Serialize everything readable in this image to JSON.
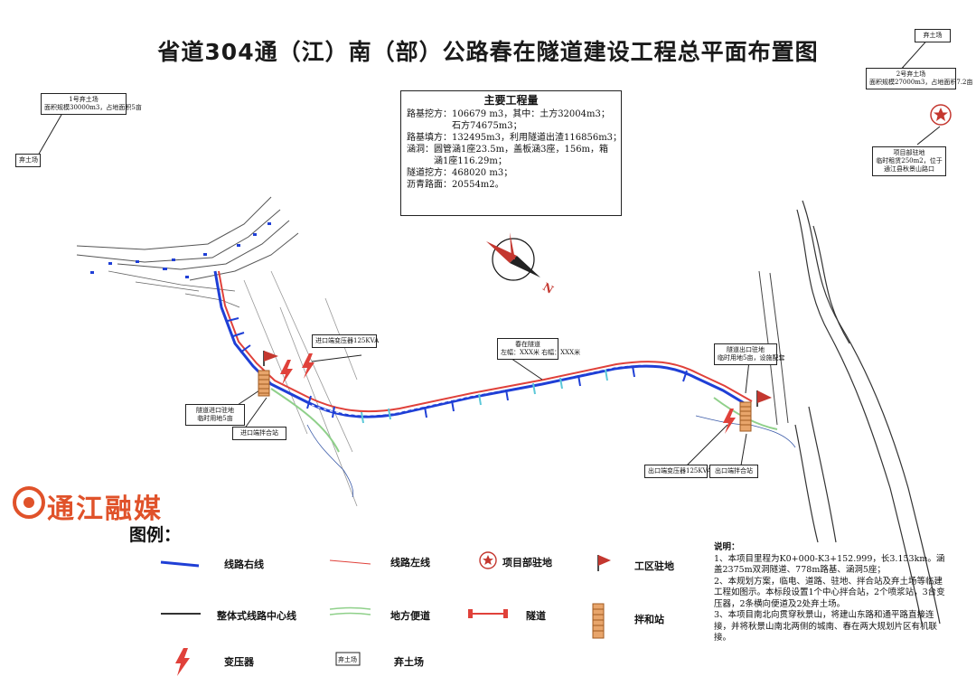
{
  "title": "省道304通（江）南（部）公路春在隧道建设工程总平面布置图",
  "quantities": {
    "heading": "主要工程量",
    "lines": [
      "路基挖方：106679 m3，其中：土方32004m3；",
      "　　　　　石方74675m3；",
      "路基填方：132495m3，利用隧道出渣116856m3；",
      "涵洞：圆管涵1座23.5m，盖板涵3座，156m，箱",
      "　　　涵1座116.29m；",
      "隧道挖方：468020 m3；",
      "沥青路面：20554m2。"
    ]
  },
  "compass_label": "N",
  "callouts": {
    "spoil1": "1号弃土场",
    "spoil1_detail": "面积规模30000m3，占地面积5亩",
    "spoil1_tag": "弃土场",
    "spoil2_tag": "弃土场",
    "spoil2": "2号弃土场",
    "spoil2_detail": "面积规模27000m3，占地面积7.2亩",
    "project_hq": "项目部驻地",
    "project_hq_detail": "临时租赁250m2，位于通江县秋景山路口",
    "entrance_transformer": "进口端变压器125KVA",
    "tunnel_name": "春在隧道",
    "tunnel_detail": "左幅：XXX米   右幅：XXX米",
    "exit_camp": "隧道出口驻地",
    "exit_camp_detail": "临时用地5亩，设施配套",
    "entrance_camp": "隧道进口驻地",
    "entrance_camp_detail": "临时用地5亩",
    "entrance_mixing": "进口端拌合站",
    "exit_transformer": "出口端变压器125KVA",
    "exit_mixing": "出口端拌合站"
  },
  "logo": {
    "text": "通江融媒"
  },
  "legend": {
    "title": "图例：",
    "items": {
      "right_line": "线路右线",
      "left_line": "线路左线",
      "hq": "项目部驻地",
      "camp": "工区驻地",
      "center_line": "整体式线路中心线",
      "access_road": "地方便道",
      "tunnel": "隧道",
      "mixing": "拌和站",
      "transformer": "变压器",
      "spoil": "弃土场",
      "spoil_tag": "弃土场"
    }
  },
  "notes": {
    "heading": "说明：",
    "items": [
      "1、本项目里程为K0+000-K3+152.999，长3.153km。涵盖2375m双洞隧道、778m路基、涵洞5座；",
      "2、本规划方案，临电、道路、驻地、拌合站及弃土场等临建工程如图示。本标段设置1个中心拌合站，2个喷浆站，3台变压器，2条横向便道及2处弃土场。",
      "3、本项目南北向贯穿秋景山，将建山东路和通平路直接连接，并将秋景山南北两侧的城南、春在两大规划片区有机联接。"
    ]
  },
  "colors": {
    "right_line": "#1f3fd6",
    "left_line": "#e0413a",
    "access_road": "#8fd08a",
    "accent_red": "#e0413a",
    "logo": "#e0522a"
  }
}
